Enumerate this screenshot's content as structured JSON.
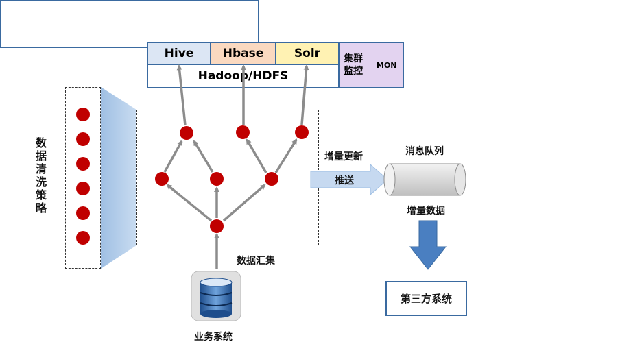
{
  "storage": {
    "hive": "Hive",
    "hbase": "Hbase",
    "solr": "Solr",
    "hadoop": "Hadoop/HDFS",
    "cluster_monitor": "集群\n监控",
    "mon": "MON",
    "colors": {
      "hive": "#dce6f4",
      "hbase": "#fad9c0",
      "solr": "#fff2b3",
      "hadoop": "#ffffff",
      "monitor": "#e3d3f0",
      "border": "#3a6aa0"
    }
  },
  "left_panel": {
    "label": "数据清洗策略",
    "node_count": 6
  },
  "aggregation": {
    "label": "数据汇集"
  },
  "source": {
    "label": "业务系统",
    "icon": "database-icon"
  },
  "push": {
    "title": "增量更新",
    "arrow_label": "推送"
  },
  "queue": {
    "title": "消息队列",
    "subtitle": "增量数据"
  },
  "third_party": {
    "label": "第三方系统"
  },
  "colors": {
    "node": "#c00000",
    "arrow": "#8c8c8c",
    "accent": "#4a7fc1",
    "push_fill": "#c6d9f0"
  }
}
